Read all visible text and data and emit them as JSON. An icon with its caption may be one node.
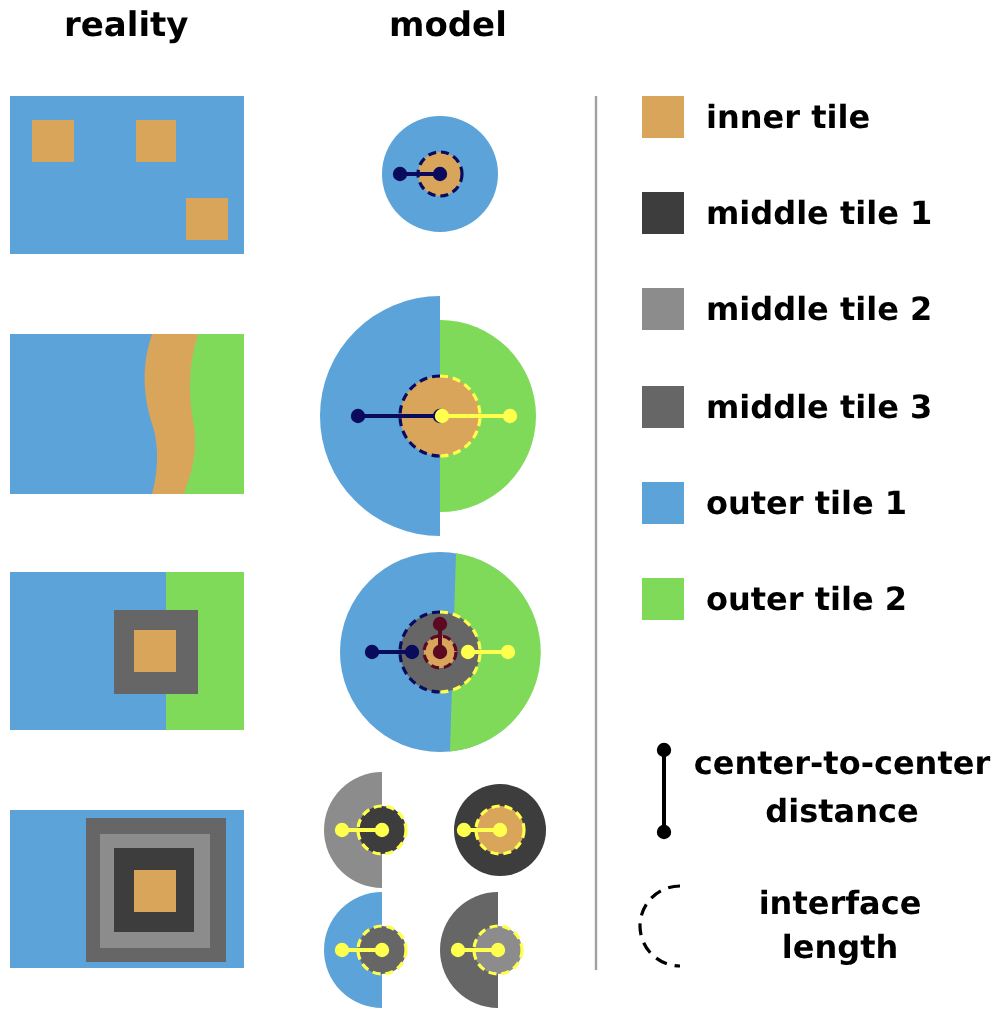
{
  "diagram": {
    "labels": [
      "reality",
      "model"
    ],
    "legend": [
      {
        "text": "inner tile",
        "color": "#d9a55b"
      },
      {
        "text": "middle tile 1",
        "color": "#3d3d3d"
      },
      {
        "text": "middle tile 2",
        "color": "#8c8c8c"
      },
      {
        "text": "middle tile 3",
        "color": "#666666"
      },
      {
        "text": "outer tile 1",
        "color": "#5ba3d9"
      },
      {
        "text": "outer tile 2",
        "color": "#80da5a"
      },
      {
        "text": "center-to-center distance"
      },
      {
        "text": "interface length"
      }
    ]
  }
}
